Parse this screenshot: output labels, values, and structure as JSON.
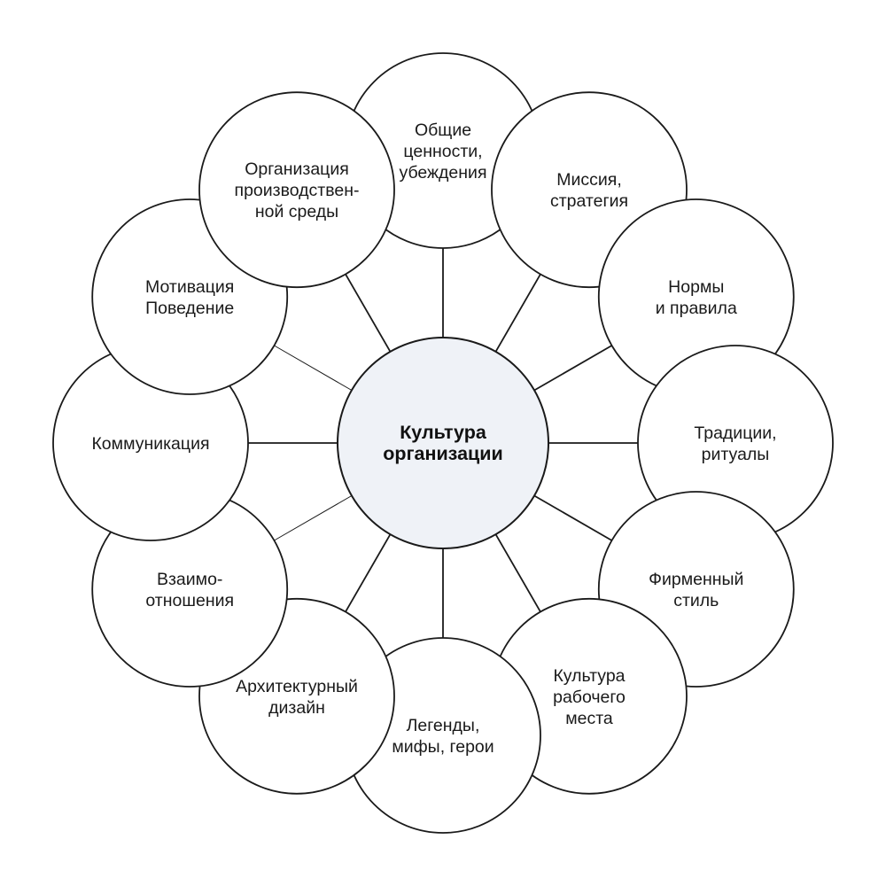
{
  "diagram": {
    "center": {
      "lines": [
        "Культура",
        "организации"
      ]
    },
    "nodes": [
      {
        "id": "common-values",
        "lines": [
          "Общие",
          "ценности,",
          "убеждения"
        ]
      },
      {
        "id": "mission-strategy",
        "lines": [
          "Миссия,",
          "стратегия"
        ]
      },
      {
        "id": "norms-rules",
        "lines": [
          "Нормы",
          "и правила"
        ]
      },
      {
        "id": "traditions-rituals",
        "lines": [
          "Традиции,",
          "ритуалы"
        ]
      },
      {
        "id": "corporate-style",
        "lines": [
          "Фирменный",
          "стиль"
        ]
      },
      {
        "id": "workplace-culture",
        "lines": [
          "Культура",
          "рабочего",
          "места"
        ]
      },
      {
        "id": "legends-myths-heroes",
        "lines": [
          "Легенды,",
          "мифы, герои"
        ]
      },
      {
        "id": "architectural-design",
        "lines": [
          "Архитектурный",
          "дизайн"
        ]
      },
      {
        "id": "relationships",
        "lines": [
          "Взаимо-",
          "отношения"
        ]
      },
      {
        "id": "communication",
        "lines": [
          "Коммуникация"
        ]
      },
      {
        "id": "motivation-behavior",
        "lines": [
          "Мотивация",
          "Поведение"
        ]
      },
      {
        "id": "production-environment",
        "lines": [
          "Организация",
          "производствен-",
          "ной среды"
        ]
      }
    ],
    "colors": {
      "center_fill": "#eff2f7",
      "node_fill": "#ffffff",
      "stroke": "#1a1a1a"
    }
  }
}
